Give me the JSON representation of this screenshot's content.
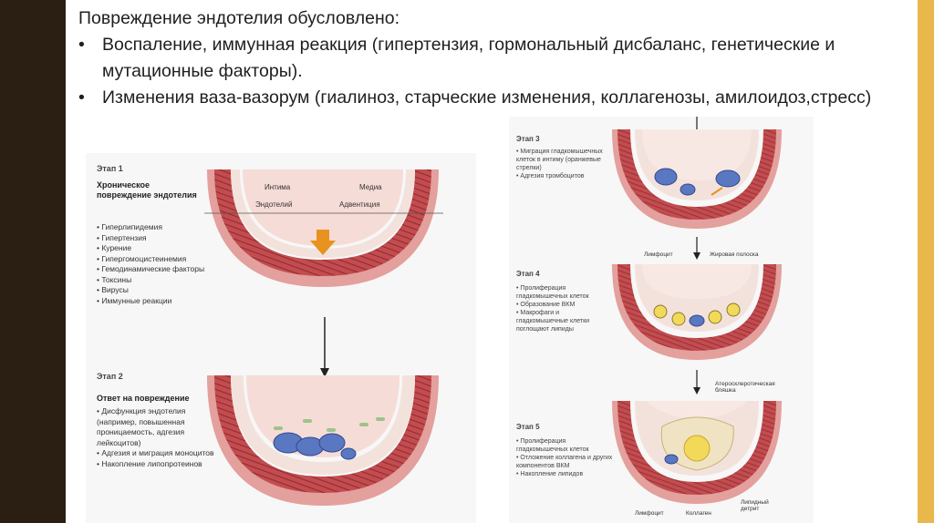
{
  "slide": {
    "heading": "Повреждение эндотелия обусловлено:",
    "bullets": [
      "Воспаление, иммунная реакция (гипертензия, гормональный дисбаланс, генетические и мутационные факторы).",
      "Изменения ваза-вазорум (гиалиноз, старческие изменения, коллагенозы, амилоидоз,стресс)"
    ],
    "bullet_symbol": "•"
  },
  "figure": {
    "stage1": {
      "label": "Этап 1",
      "title": "Хроническое повреждение эндотелия",
      "items": [
        "Гиперлипидемия",
        "Гипертензия",
        "Курение",
        "Гипергомоцистеинемия",
        "Гемодинамические факторы",
        "Токсины",
        "Вирусы",
        "Иммунные реакции"
      ],
      "callouts": {
        "intima": "Интима",
        "media": "Медиа",
        "endothelium": "Эндотелий",
        "adventitia": "Адвентиция"
      }
    },
    "stage2": {
      "label": "Этап 2",
      "title": "Ответ на повреждение",
      "items": [
        "Дисфункция эндотелия (например, повышенная проницаемость, адгезия лейкоцитов)",
        "Адгезия и миграция моноцитов",
        "Накопление липопротеинов"
      ]
    },
    "stage3": {
      "label": "Этап 3",
      "items": [
        "Миграция гладкомышечных клеток в интиму (оранжевые стрелки)",
        "Адгезия тромбоцитов"
      ]
    },
    "stage4": {
      "label": "Этап 4",
      "items": [
        "Пролиферация гладкомышечных клеток",
        "Образование ВКМ",
        "Макрофаги и гладкомышечные клетки поглощают липиды"
      ],
      "callouts": {
        "lymphocyte": "Лимфоцит",
        "fatty_streak": "Жировая полоска"
      }
    },
    "stage5": {
      "label": "Этап 5",
      "items": [
        "Пролиферация гладкомышечных клеток",
        "Отложение коллагена и других компонентов ВКМ",
        "Накопление липидов"
      ],
      "callouts": {
        "plaque": "Атеросклеротическая бляшка",
        "lymphocyte": "Лимфоцит",
        "collagen": "Коллаген",
        "lipid_detritus": "Липидный детрит"
      }
    }
  },
  "colors": {
    "left_band": "#2b1f14",
    "right_band": "#e9b84a",
    "vessel_wall": "#b8484a",
    "intima": "#f2d6d2",
    "lumen": "#fbeee9",
    "arrow_orange": "#e8921f",
    "cell_blue": "#5a77c2",
    "fat_yellow": "#f3d95a"
  }
}
